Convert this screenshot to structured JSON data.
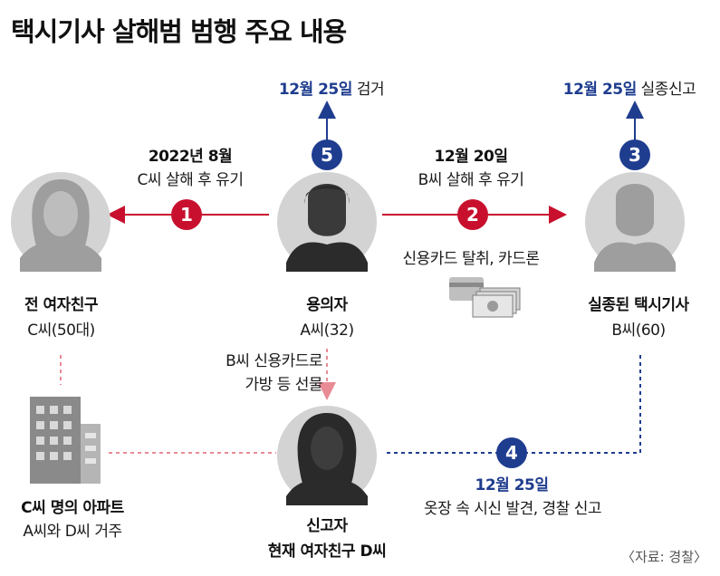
{
  "title": "택시기사 살해범 범행 주요 내용",
  "nodes": {
    "suspect": {
      "name": "용의자",
      "detail": "A씨(32)"
    },
    "ex_girlfriend": {
      "name": "전 여자친구",
      "detail": "C씨(50대)"
    },
    "driver": {
      "name": "실종된 택시기사",
      "detail": "B씨(60)"
    },
    "reporter": {
      "name": "신고자",
      "detail": "현재 여자친구 D씨"
    },
    "apartment": {
      "name": "C씨 명의 아파트",
      "detail": "A씨와 D씨 거주"
    }
  },
  "events": [
    {
      "num": "1",
      "date": "2022년 8월",
      "desc": "C씨 살해 후 유기"
    },
    {
      "num": "2",
      "date": "12월 20일",
      "desc": "B씨 살해 후 유기",
      "extra": "신용카드 탈취, 카드론"
    },
    {
      "num": "3",
      "date": "12월 25일",
      "desc": "실종신고"
    },
    {
      "num": "4",
      "date": "12월 25일",
      "desc": "옷장 속 시신 발견, 경찰 신고"
    },
    {
      "num": "5",
      "date": "12월 25일",
      "desc": "검거"
    }
  ],
  "gift": {
    "line1": "B씨 신용카드로",
    "line2": "가방 등 선물"
  },
  "source": "〈자료: 경찰〉",
  "colors": {
    "red": "#c8102e",
    "navy": "#1f3d8f",
    "grey": "#c9c9c9",
    "dark": "#2b2b2b"
  }
}
